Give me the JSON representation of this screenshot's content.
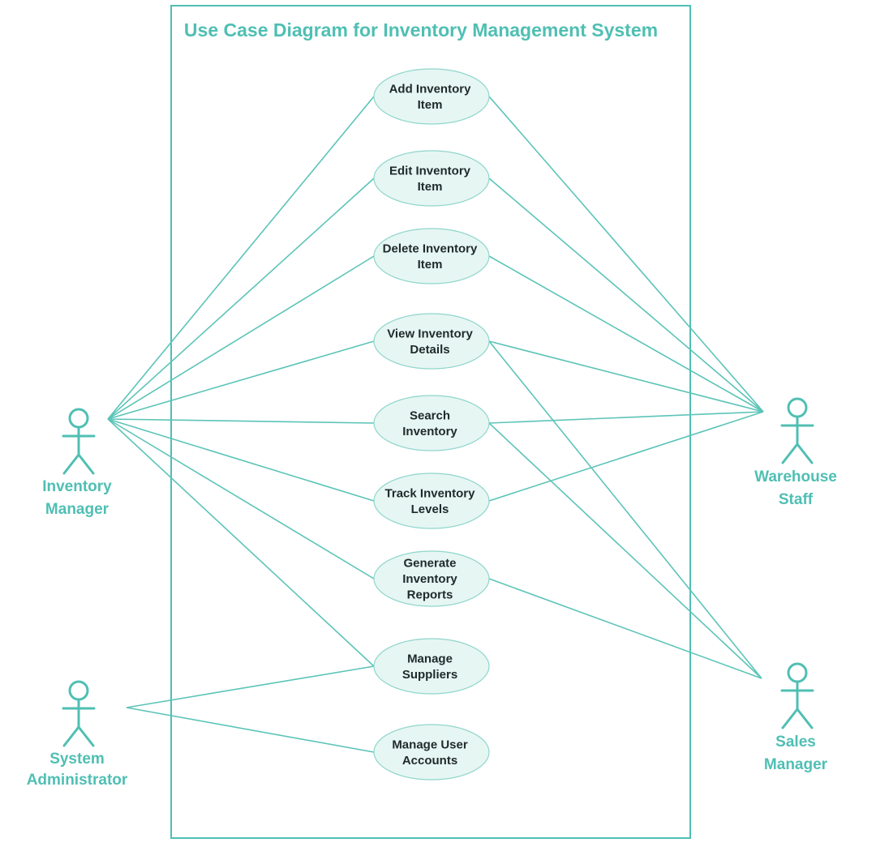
{
  "title": "Use Case Diagram for Inventory Management System",
  "colors": {
    "accent": "#4fbfb3",
    "line": "#5cc4b8",
    "usecase_fill": "#e6f6f3",
    "usecase_stroke": "#8fd6cc",
    "sales_head_fill": "#e6f6f3",
    "text_dark": "#1f2a2a"
  },
  "actors": [
    {
      "id": "inventory-manager",
      "label_lines": [
        "Inventory",
        "Manager"
      ]
    },
    {
      "id": "system-administrator",
      "label_lines": [
        "System",
        "Administrator"
      ]
    },
    {
      "id": "warehouse-staff",
      "label_lines": [
        "Warehouse",
        "Staff"
      ]
    },
    {
      "id": "sales-manager",
      "label_lines": [
        "Sales",
        "Manager"
      ]
    }
  ],
  "use_cases": [
    {
      "id": "add-inventory-item",
      "label_lines": [
        "Add Inventory",
        "Item"
      ]
    },
    {
      "id": "edit-inventory-item",
      "label_lines": [
        "Edit Inventory",
        "Item"
      ]
    },
    {
      "id": "delete-inventory-item",
      "label_lines": [
        "Delete Inventory",
        "Item"
      ]
    },
    {
      "id": "view-inventory-details",
      "label_lines": [
        "View Inventory",
        "Details"
      ]
    },
    {
      "id": "search-inventory",
      "label_lines": [
        "Search",
        "Inventory"
      ]
    },
    {
      "id": "track-inventory-levels",
      "label_lines": [
        "Track Inventory",
        "Levels"
      ]
    },
    {
      "id": "generate-inventory-reports",
      "label_lines": [
        "Generate",
        "Inventory",
        "Reports"
      ]
    },
    {
      "id": "manage-suppliers",
      "label_lines": [
        "Manage",
        "Suppliers"
      ]
    },
    {
      "id": "manage-user-accounts",
      "label_lines": [
        "Manage User",
        "Accounts"
      ]
    }
  ],
  "associations": [
    [
      "inventory-manager",
      "add-inventory-item"
    ],
    [
      "inventory-manager",
      "edit-inventory-item"
    ],
    [
      "inventory-manager",
      "delete-inventory-item"
    ],
    [
      "inventory-manager",
      "view-inventory-details"
    ],
    [
      "inventory-manager",
      "search-inventory"
    ],
    [
      "inventory-manager",
      "track-inventory-levels"
    ],
    [
      "inventory-manager",
      "generate-inventory-reports"
    ],
    [
      "inventory-manager",
      "manage-suppliers"
    ],
    [
      "system-administrator",
      "manage-suppliers"
    ],
    [
      "system-administrator",
      "manage-user-accounts"
    ],
    [
      "warehouse-staff",
      "add-inventory-item"
    ],
    [
      "warehouse-staff",
      "edit-inventory-item"
    ],
    [
      "warehouse-staff",
      "delete-inventory-item"
    ],
    [
      "warehouse-staff",
      "view-inventory-details"
    ],
    [
      "warehouse-staff",
      "search-inventory"
    ],
    [
      "warehouse-staff",
      "track-inventory-levels"
    ],
    [
      "sales-manager",
      "view-inventory-details"
    ],
    [
      "sales-manager",
      "search-inventory"
    ],
    [
      "sales-manager",
      "generate-inventory-reports"
    ]
  ]
}
